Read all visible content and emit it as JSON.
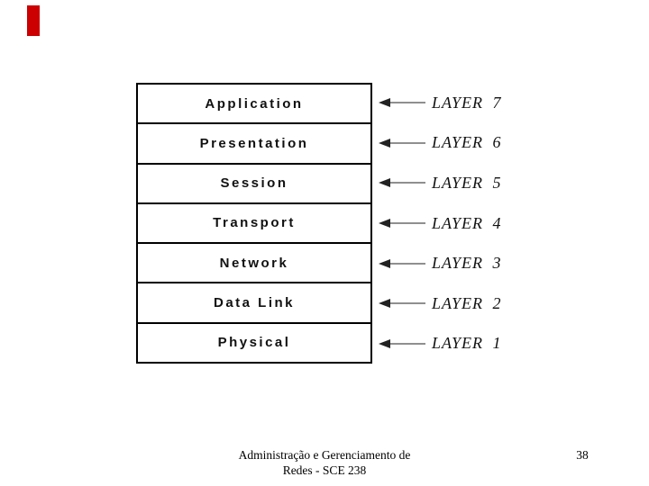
{
  "slide": {
    "footer_line1": "Administração e Gerenciamento de",
    "footer_line2": "Redes - SCE 238",
    "page_number": "38"
  },
  "colors": {
    "background": "#ffffff",
    "box_border": "#000000",
    "arrow_line": "#8f8f8f",
    "arrow_head": "#222222",
    "accent_marker_red": "#cc0000",
    "text": "#111111"
  },
  "diagram": {
    "type": "osi-layer-stack",
    "layers": [
      {
        "name": "Application",
        "tag": "LAYER 7"
      },
      {
        "name": "Presentation",
        "tag": "LAYER 6"
      },
      {
        "name": "Session",
        "tag": "LAYER 5"
      },
      {
        "name": "Transport",
        "tag": "LAYER 4"
      },
      {
        "name": "Network",
        "tag": "LAYER 3"
      },
      {
        "name": "Data Link",
        "tag": "LAYER 2"
      },
      {
        "name": "Physical",
        "tag": "LAYER 1"
      }
    ]
  }
}
